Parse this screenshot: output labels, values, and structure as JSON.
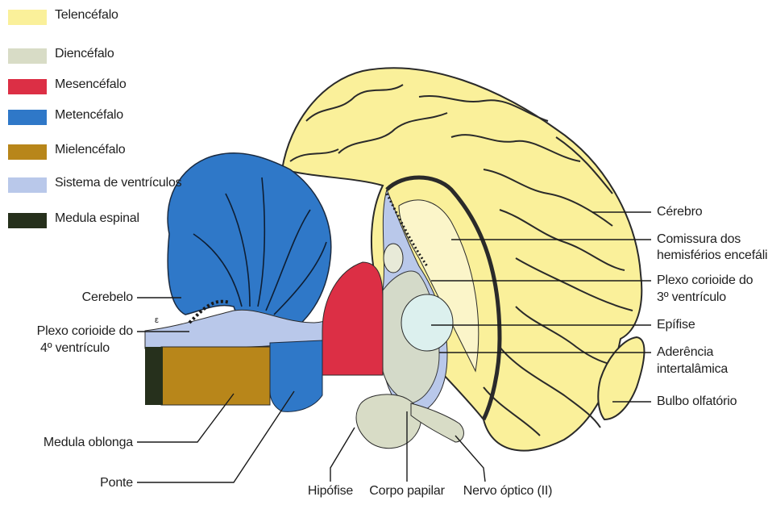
{
  "legend": [
    {
      "label": "Telencéfalo",
      "color": "#faf09a"
    },
    {
      "label": "Diencéfalo",
      "color": "#d8dcc6"
    },
    {
      "label": "Mesencéfalo",
      "color": "#dc2f45"
    },
    {
      "label": "Metencéfalo",
      "color": "#2f78c8"
    },
    {
      "label": "Mielencéfalo",
      "color": "#b8861a"
    },
    {
      "label": "Sistema de ventrículos",
      "color": "#b9c8ea"
    },
    {
      "label": "Medula espinal",
      "color": "#26301c"
    }
  ],
  "labels": {
    "cerebro": "Cérebro",
    "comissura_1": "Comissura dos",
    "comissura_2": "hemisférios encefálicos",
    "plexo3_1": "Plexo corioide do",
    "plexo3_2": "3º ventrículo",
    "epifise": "Epífise",
    "aderencia_1": "Aderência",
    "aderencia_2": "intertalâmica",
    "bulbo": "Bulbo olfatório",
    "cerebelo": "Cerebelo",
    "plexo4_1": "Plexo corioide do",
    "plexo4_2": "4º ventrículo",
    "medula_oblonga": "Medula oblonga",
    "ponte": "Ponte",
    "hipofise": "Hipófise",
    "corpo_papilar": "Corpo papilar",
    "nervo_optico": "Nervo óptico (II)"
  }
}
